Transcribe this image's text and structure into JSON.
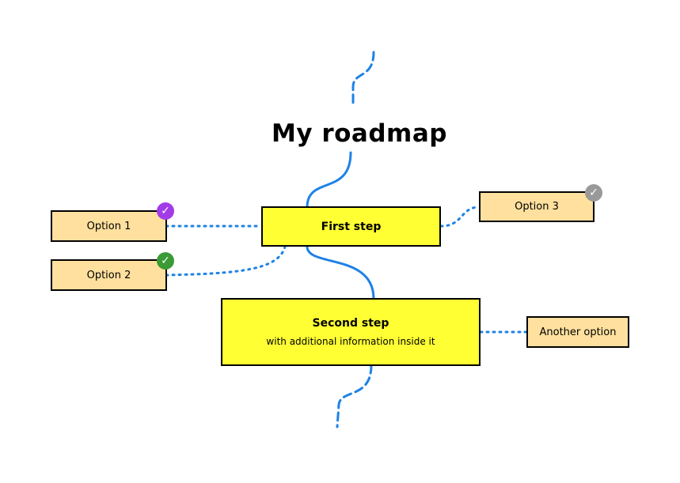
{
  "diagram": {
    "title": "My roadmap",
    "steps": [
      {
        "title": "First step",
        "subtitle": ""
      },
      {
        "title": "Second step",
        "subtitle": "with additional information inside it"
      }
    ],
    "options": [
      {
        "label": "Option 1",
        "status": "done",
        "badge_glyph": "✓",
        "badge_color": "#a23be8"
      },
      {
        "label": "Option 2",
        "status": "done",
        "badge_glyph": "✓",
        "badge_color": "#3a9a35"
      },
      {
        "label": "Option 3",
        "status": "done",
        "badge_glyph": "✓",
        "badge_color": "#999999"
      },
      {
        "label": "Another option",
        "status": "none"
      }
    ],
    "colors": {
      "main_path": "#1e82e6",
      "option_link": "#1e82e6",
      "step_fill": "#ffff33",
      "option_fill": "#ffe09e"
    }
  }
}
